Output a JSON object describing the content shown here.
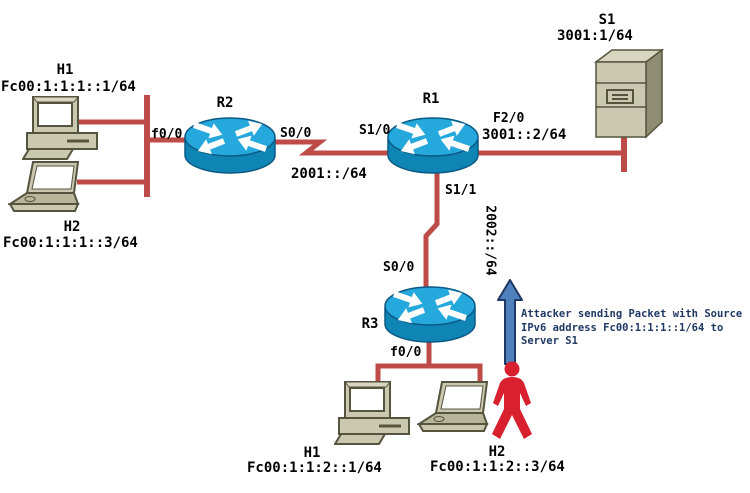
{
  "diagram_type": "network-topology",
  "colors": {
    "link_red": "#bd4b47",
    "router_top": "#25a8dc",
    "router_body": "#0f85b5",
    "device_front": "#cbc8b0",
    "device_side": "#8f8c74",
    "device_top": "#d9d6c0",
    "device_outline": "#55543e",
    "arrow_fill": "#4f81bd",
    "arrow_outline": "#1f3864",
    "attacker_red": "#d8202e",
    "annotation_text": "#1f3864",
    "label_text": "#000000"
  },
  "nodes": {
    "h1_top": {
      "label": "H1",
      "address": "Fc00:1:1:1::1/64",
      "type": "desktop"
    },
    "h2_top": {
      "label": "H2",
      "address": "Fc00:1:1:1::3/64",
      "type": "laptop"
    },
    "r2": {
      "label": "R2",
      "type": "router"
    },
    "r1": {
      "label": "R1",
      "type": "router"
    },
    "r3": {
      "label": "R3",
      "type": "router"
    },
    "s1": {
      "label": "S1",
      "address": "3001:1/64",
      "type": "server"
    },
    "h1_bottom": {
      "label": "H1",
      "address": "Fc00:1:1:2::1/64",
      "type": "desktop"
    },
    "h2_bottom": {
      "label": "H2",
      "address": "Fc00:1:1:2::3/64",
      "type": "laptop"
    }
  },
  "interface_labels": {
    "r2_lan": "f0/0",
    "r2_serial": "S0/0",
    "r1_serial_left": "S1/0",
    "r1_fast": "F2/0",
    "r1_serial_down": "S1/1",
    "r3_serial": "S0/0",
    "r3_lan": "f0/0"
  },
  "network_labels": {
    "r2_r1": "2001::/64",
    "r1_s1": "3001::2/64",
    "r1_r3": "2002::/64"
  },
  "annotation": {
    "line1": "Attacker sending Packet with Source",
    "line2": "IPv6 address Fc00:1:1:1::1/64 to",
    "line3": "Server S1"
  }
}
